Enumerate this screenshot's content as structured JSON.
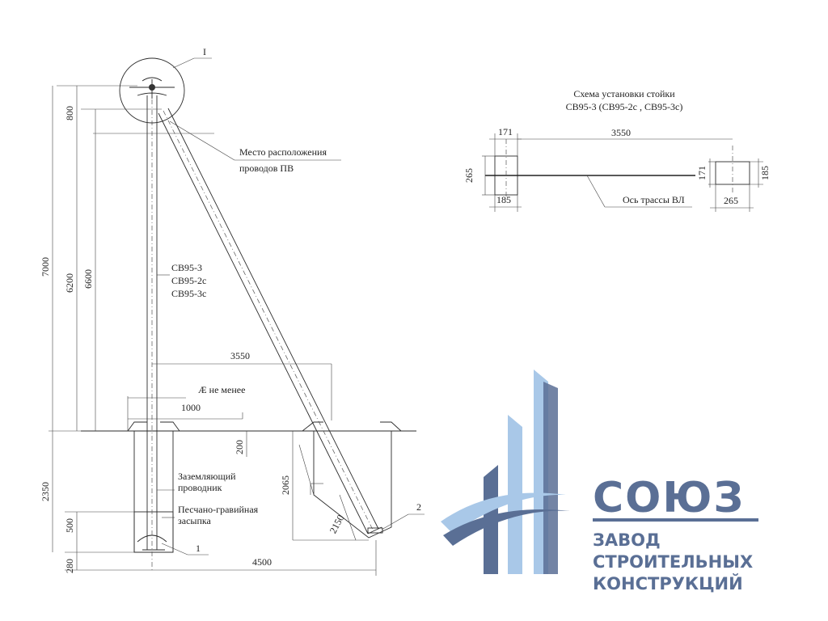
{
  "main_drawing": {
    "callout_I": "I",
    "dim_800": "800",
    "dim_7000": "7000",
    "dim_6200": "6200",
    "dim_6600": "6600",
    "dim_2350": "2350",
    "dim_500": "500",
    "dim_280": "280",
    "dim_3550": "3550",
    "dim_1000": "1000",
    "dim_200": "200",
    "dim_2065": "2065",
    "dim_2150": "2150",
    "dim_4500": "4500",
    "min_note": "Æ не менее",
    "wires_label_1": "Место расположения",
    "wires_label_2": "проводов ПВ",
    "post_types": [
      "СВ95-3",
      "СВ95-2с",
      "СВ95-3с"
    ],
    "ground_conductor_1": "Заземляющий",
    "ground_conductor_2": "проводник",
    "backfill_1": "Песчано-гравийная",
    "backfill_2": "засыпка",
    "callout_1": "1",
    "callout_2": "2"
  },
  "plan_scheme": {
    "title_1": "Схема установки стойки",
    "title_2": "СВ95-3 (СВ95-2с , СВ95-3с)",
    "dim_171_left": "171",
    "dim_3550": "3550",
    "dim_265_left": "265",
    "dim_185_left": "185",
    "dim_171_right": "171",
    "dim_185_right": "185",
    "dim_265_right": "265",
    "axis_label": "Ось трассы ВЛ"
  },
  "logo": {
    "name": "СОЮЗ",
    "line1": "ЗАВОД",
    "line2": "СТРОИТЕЛЬНЫХ",
    "line3": "КОНСТРУКЦИЙ",
    "color_dark": "#5a6f95",
    "color_light": "#a9c8e8"
  }
}
